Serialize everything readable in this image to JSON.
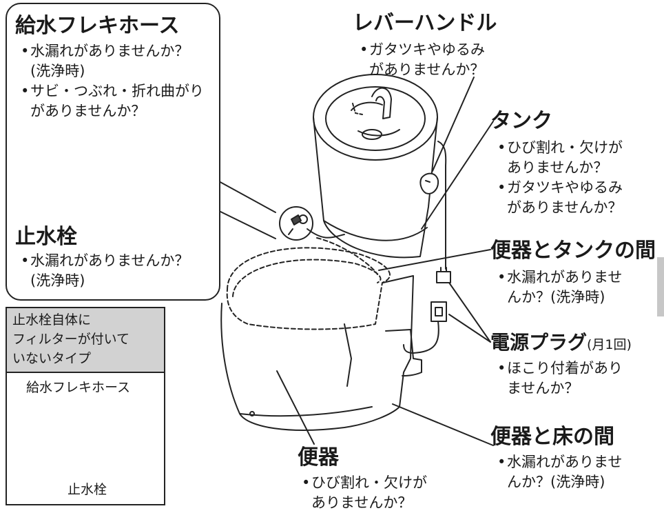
{
  "callout": {
    "supply_hose": {
      "title": "給水フレキホース",
      "items": [
        {
          "lines": [
            "水漏れがありませんか？",
            "(洗浄時)"
          ]
        },
        {
          "lines": [
            "サビ・つぶれ・折れ曲がり",
            "がありませんか？"
          ]
        }
      ]
    },
    "stop_valve": {
      "title": "止水栓",
      "items": [
        {
          "lines": [
            "水漏れがありませんか？",
            "(洗浄時)"
          ]
        }
      ]
    }
  },
  "legend": {
    "header_lines": [
      "止水栓自体に",
      "フィルターが付いて",
      "いないタイプ"
    ],
    "hose_label": "給水フレキホース",
    "valve_label": "止水栓"
  },
  "lever": {
    "title": "レバーハンドル",
    "items": [
      {
        "lines": [
          "ガタツキやゆるみ",
          "がありませんか？"
        ]
      }
    ]
  },
  "tank": {
    "title": "タンク",
    "items": [
      {
        "lines": [
          "ひび割れ・欠けが",
          "ありませんか？"
        ]
      },
      {
        "lines": [
          "ガタツキやゆるみ",
          "がありませんか？"
        ]
      }
    ]
  },
  "bowl_tank_gap": {
    "title": "便器とタンクの間",
    "items": [
      {
        "lines": [
          "水漏れがありませ",
          "んか？(洗浄時)"
        ]
      }
    ]
  },
  "power_plug": {
    "title": "電源プラグ",
    "note": "(月1回)",
    "items": [
      {
        "lines": [
          "ほこり付着があり",
          "ませんか？"
        ]
      }
    ]
  },
  "bowl_floor_gap": {
    "title": "便器と床の間",
    "items": [
      {
        "lines": [
          "水漏れがありませ",
          "んか？(洗浄時)"
        ]
      }
    ]
  },
  "bowl": {
    "title": "便器",
    "items": [
      {
        "lines": [
          "ひび割れ・欠けが",
          "ありませんか？"
        ]
      }
    ]
  },
  "bullet_glyph": "•"
}
